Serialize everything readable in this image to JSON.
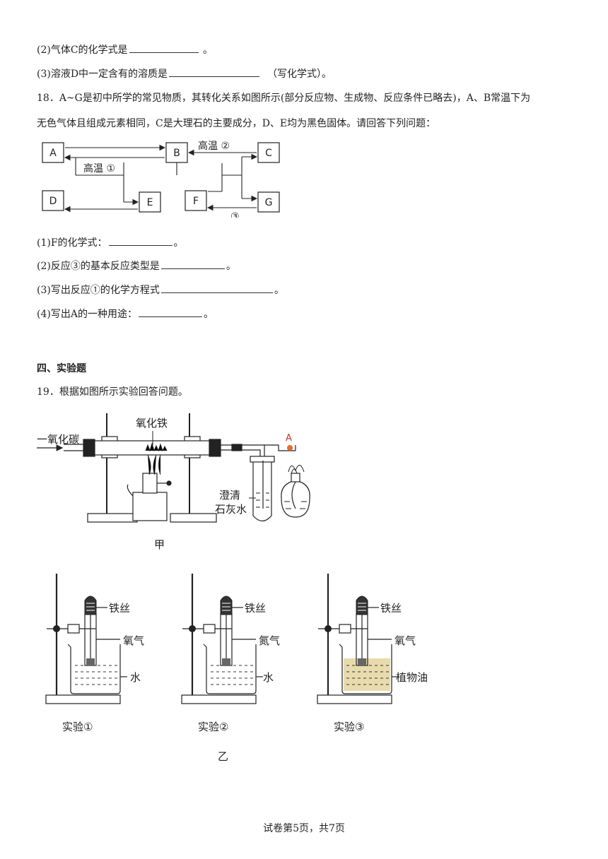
{
  "q17": {
    "item2": "(2)气体C的化学式是",
    "item2_end": "。",
    "item3": "(3)溶液D中一定含有的溶质是",
    "item3_end": "（写化学式）。"
  },
  "q18": {
    "stem_line1": "18．A~G是初中所学的常见物质，其转化关系如图所示(部分反应物、生成物、反应条件已略去)，A、B常温下为",
    "stem_line2": "无色气体且组成元素相同，C是大理石的主要成分，D、E均为黑色固体。请回答下列问题：",
    "diagram": {
      "nodes": [
        "A",
        "B",
        "C",
        "D",
        "E",
        "F",
        "G"
      ],
      "label_reaction1": "高温 ①",
      "label_reaction2": "高温 ②",
      "label_reaction3": "③"
    },
    "item1": "(1)F的化学式：",
    "item1_end": "。",
    "item2": "(2)反应③的基本反应类型是",
    "item2_end": "。",
    "item3": "(3)写出反应①的化学方程式",
    "item3_end": "。",
    "item4": "(4)写出A的一种用途：",
    "item4_end": "。"
  },
  "section4": {
    "title": "四、实验题"
  },
  "q19": {
    "stem": "19．根据如图所示实验回答问题。",
    "fig_jia": {
      "caption": "甲",
      "label_co": "一氧化碳",
      "label_fe2o3": "氧化铁",
      "label_a": "A",
      "label_limewater_1": "澄清",
      "label_limewater_2": "石灰水"
    },
    "fig_yi": {
      "caption": "乙",
      "experiments": [
        {
          "caption": "实验①",
          "wire": "铁丝",
          "gas": "氧气",
          "liquid": "水"
        },
        {
          "caption": "实验②",
          "wire": "铁丝",
          "gas": "氮气",
          "liquid": "水"
        },
        {
          "caption": "实验③",
          "wire": "铁丝",
          "gas": "氧气",
          "liquid": "植物油"
        }
      ],
      "oil_color": "#e8dcae"
    }
  },
  "footer": {
    "text": "试卷第5页，共7页"
  }
}
